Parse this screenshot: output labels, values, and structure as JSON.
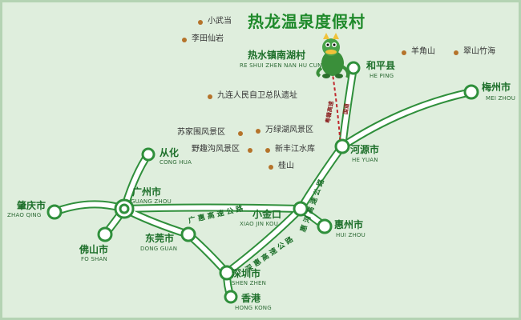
{
  "title": "热龙温泉度假村",
  "cities": [
    {
      "id": "reshui",
      "cn": "热水镇南湖村",
      "en": "RE SHUI ZHEN NAN HU CUN"
    },
    {
      "id": "heping",
      "cn": "和平县",
      "en": "HE PING"
    },
    {
      "id": "meizhou",
      "cn": "梅州市",
      "en": "MEI ZHOU"
    },
    {
      "id": "heyuan",
      "cn": "河源市",
      "en": "HE YUAN"
    },
    {
      "id": "conghua",
      "cn": "从化",
      "en": "CONG HUA"
    },
    {
      "id": "guangzhou",
      "cn": "广州市",
      "en": "GUANG ZHOU"
    },
    {
      "id": "zhaoqing",
      "cn": "肇庆市",
      "en": "ZHAO QING"
    },
    {
      "id": "foshan",
      "cn": "佛山市",
      "en": "FO SHAN"
    },
    {
      "id": "dongguan",
      "cn": "东莞市",
      "en": "DONG GUAN"
    },
    {
      "id": "xiaojinkou",
      "cn": "小金口",
      "en": "XIAO JIN KOU"
    },
    {
      "id": "huizhou",
      "cn": "惠州市",
      "en": "HUI ZHOU"
    },
    {
      "id": "shenzhen",
      "cn": "深圳市",
      "en": "SHEN ZHEN"
    },
    {
      "id": "hongkong",
      "cn": "香港",
      "en": "HONG KONG"
    }
  ],
  "pois": [
    "小武当",
    "李田仙岩",
    "羊角山",
    "翠山竹海",
    "九连人民自卫总队遗址",
    "苏家围风景区",
    "万绿湖风景区",
    "野趣沟风景区",
    "新丰江水库",
    "桂山"
  ],
  "roads": {
    "guanghui": "广 惠 高 速 公 路",
    "huihe": "惠 河 高 速 公 路",
    "shenhui": "深 惠 高 速 公 路",
    "local_a": "粤赣高速",
    "local_b": "国道"
  },
  "colors": {
    "background": "#dfeedd",
    "road": "#ffffff",
    "road_border": "#2f8f3b",
    "text": "#1d6f2a",
    "poi_dot": "#b5732a",
    "title": "#1f8a2b",
    "dashed_route": "#c0282d"
  },
  "icons": [
    "dragon-mascot-icon"
  ]
}
